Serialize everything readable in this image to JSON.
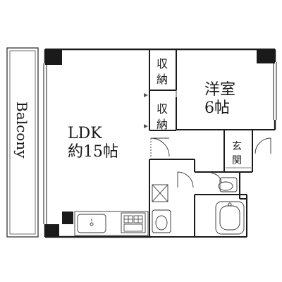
{
  "rooms": {
    "ldk_line1": "LDK",
    "ldk_line2": "約15帖",
    "western_line1": "洋室",
    "western_line2": "6帖",
    "storage_top_line1": "収",
    "storage_top_line2": "納",
    "storage_mid_line1": "収",
    "storage_mid_line2": "納",
    "entrance_line1": "玄",
    "entrance_line2": "関",
    "balcony": "Balcony"
  },
  "colors": {
    "wall": "#1a1a1a",
    "line": "#333333",
    "fixture": "#555555",
    "background": "#ffffff"
  }
}
